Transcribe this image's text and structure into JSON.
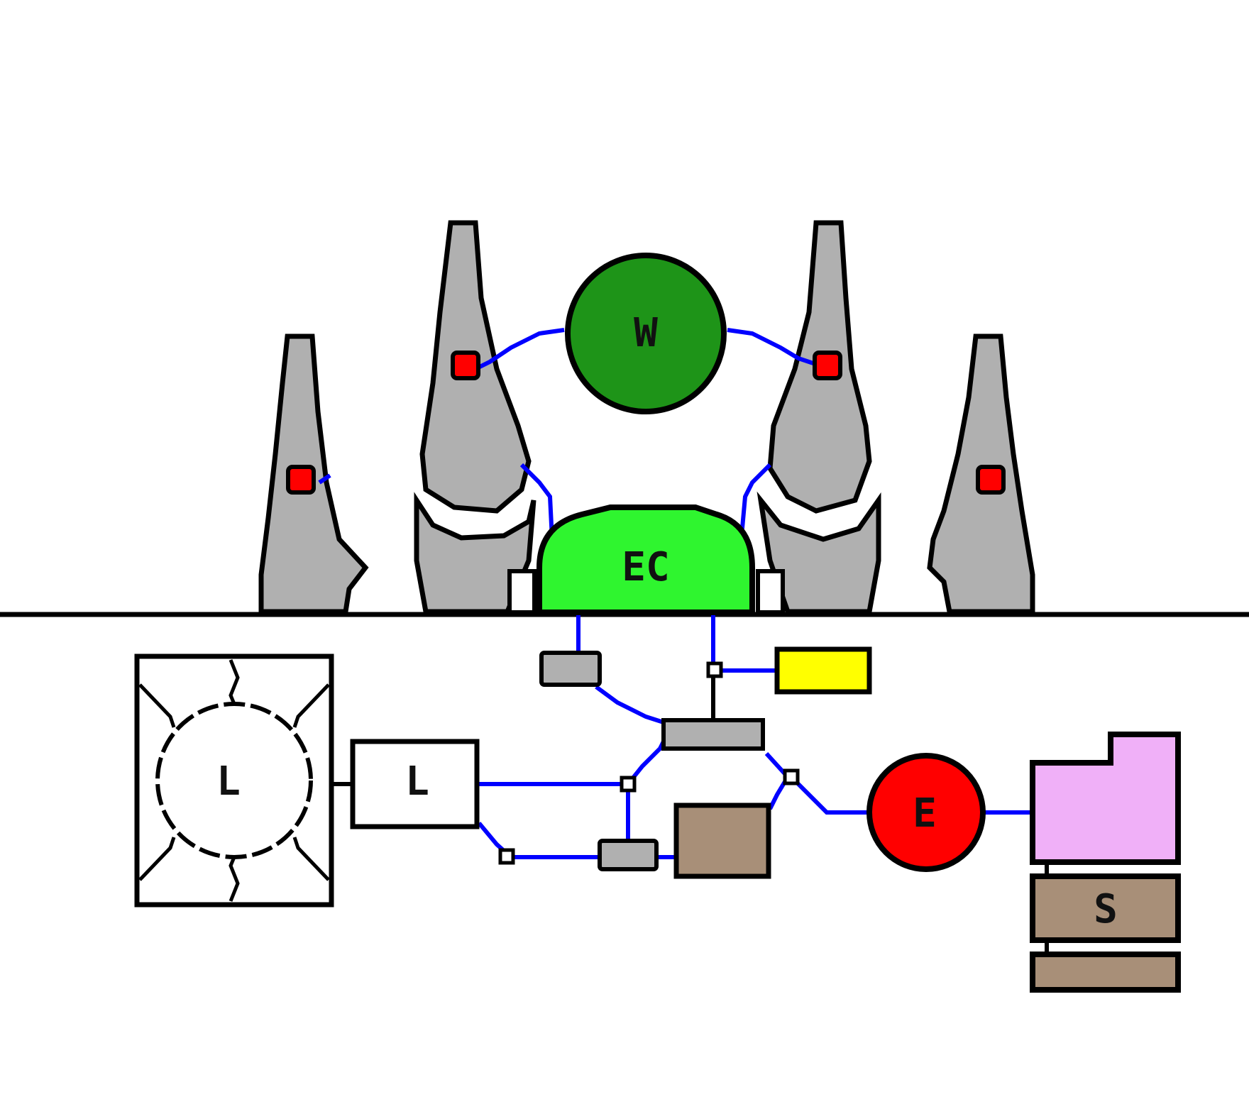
{
  "scene": {
    "labels": {
      "well": "W",
      "energy_center": "EC",
      "lab_large": "L",
      "lab_small": "L",
      "emitter": "E",
      "storage": "S"
    },
    "colors": {
      "background": "#ffffff",
      "outline": "#000000",
      "rock": "#b0b0b0",
      "well": "#1e9418",
      "energy_center": "#2ff52f",
      "emitter": "#ff0000",
      "pipe": "#0000ff",
      "ore_node": "#ff0000",
      "yellow_box": "#ffff00",
      "brown_block": "#a88f78",
      "pink_building": "#f0b0f8",
      "gray_block": "#b0b0b0"
    },
    "icons": [
      "rock-spire",
      "ore-node",
      "pipe-junction",
      "conveyor",
      "storage-block"
    ]
  }
}
